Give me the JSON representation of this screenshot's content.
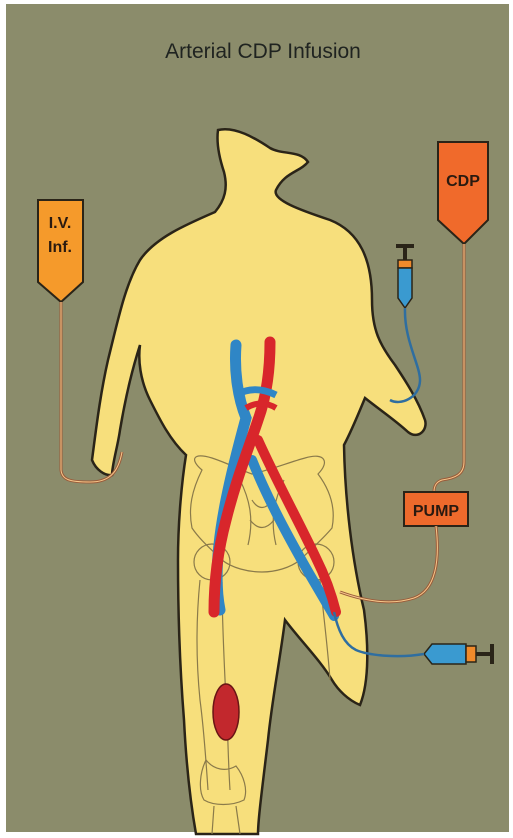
{
  "title": "Arterial CDP Infusion",
  "labels": {
    "iv_line1": "I.V.",
    "iv_line2": "Inf.",
    "cdp": "CDP",
    "pump": "PUMP"
  },
  "colors": {
    "background": "#8b8c6b",
    "body": "#f7df7c",
    "outline": "#2a2418",
    "artery": "#d8262b",
    "vein": "#2f86c6",
    "bag_fill": "#f59a2b",
    "cdp_fill": "#f06a2b",
    "pump_fill": "#ee6a2c",
    "tubing": "#9a5b3a",
    "syringe_blue": "#3a9ad0",
    "syringe_orange": "#f08a2b"
  },
  "icons": [
    "iv-bag-icon",
    "cdp-bag-icon",
    "pump-icon",
    "syringe-icon",
    "human-body-icon",
    "pelvis-icon",
    "tumor-icon"
  ]
}
